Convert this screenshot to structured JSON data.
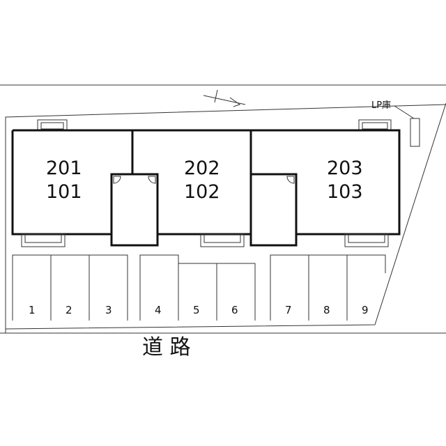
{
  "units": [
    {
      "upper": "201",
      "lower": "101"
    },
    {
      "upper": "202",
      "lower": "102"
    },
    {
      "upper": "203",
      "lower": "103"
    }
  ],
  "parking": [
    "1",
    "2",
    "3",
    "4",
    "5",
    "6",
    "7",
    "8",
    "9"
  ],
  "lp_storage_label": "LP庫",
  "road_label": "道 路"
}
